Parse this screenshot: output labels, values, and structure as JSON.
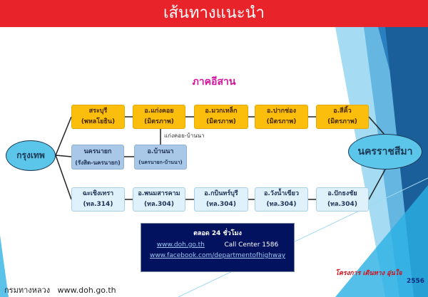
{
  "title": "เส้นทางแนะนำ",
  "region": "ภาคอีสาน",
  "origin": "กรุงเทพ",
  "destination": "นครราชสีมา",
  "route1": [
    {
      "name": "สระบุรี",
      "road": "(พหลโยธิน)"
    },
    {
      "name": "อ.แก่งคอย",
      "road": "(มิตรภาพ)"
    },
    {
      "name": "อ.มวกเหล็ก",
      "road": "(มิตรภาพ)"
    },
    {
      "name": "อ.ปากช่อง",
      "road": "(มิตรภาพ)"
    },
    {
      "name": "อ.สีคิ้ว",
      "road": "(มิตรภาพ)"
    }
  ],
  "connector_label": "แก่งคอย-บ้านนา",
  "route2": [
    {
      "name": "นครนายก",
      "road": "(รังสิต-นครนายก)"
    },
    {
      "name": "อ.บ้านนา",
      "road": "(นครนายก-บ้านนา)"
    }
  ],
  "route3": [
    {
      "name": "ฉะเชิงเทรา",
      "road": "(ทล.314)"
    },
    {
      "name": "อ.พนมสารคาม",
      "road": "(ทล.304)"
    },
    {
      "name": "อ.กบินทร์บุรี",
      "road": "(ทล.304)"
    },
    {
      "name": "อ.วังน้ำเขียว",
      "road": "(ทล.304)"
    },
    {
      "name": "อ.ปักธงชัย",
      "road": "(ทล.304)"
    }
  ],
  "info": {
    "hours": "ตลอด 24 ชั่วโมง",
    "website": "www.doh.go.th",
    "call_center": "Call Center 1586",
    "facebook": "www.facebook.com/departmentofhighway"
  },
  "footer": {
    "org": "กรมทางหลวง",
    "url": "www.doh.go.th"
  },
  "logo": {
    "text": "โครงการ เดินทาง อุ่นใจ",
    "year": "2556"
  }
}
